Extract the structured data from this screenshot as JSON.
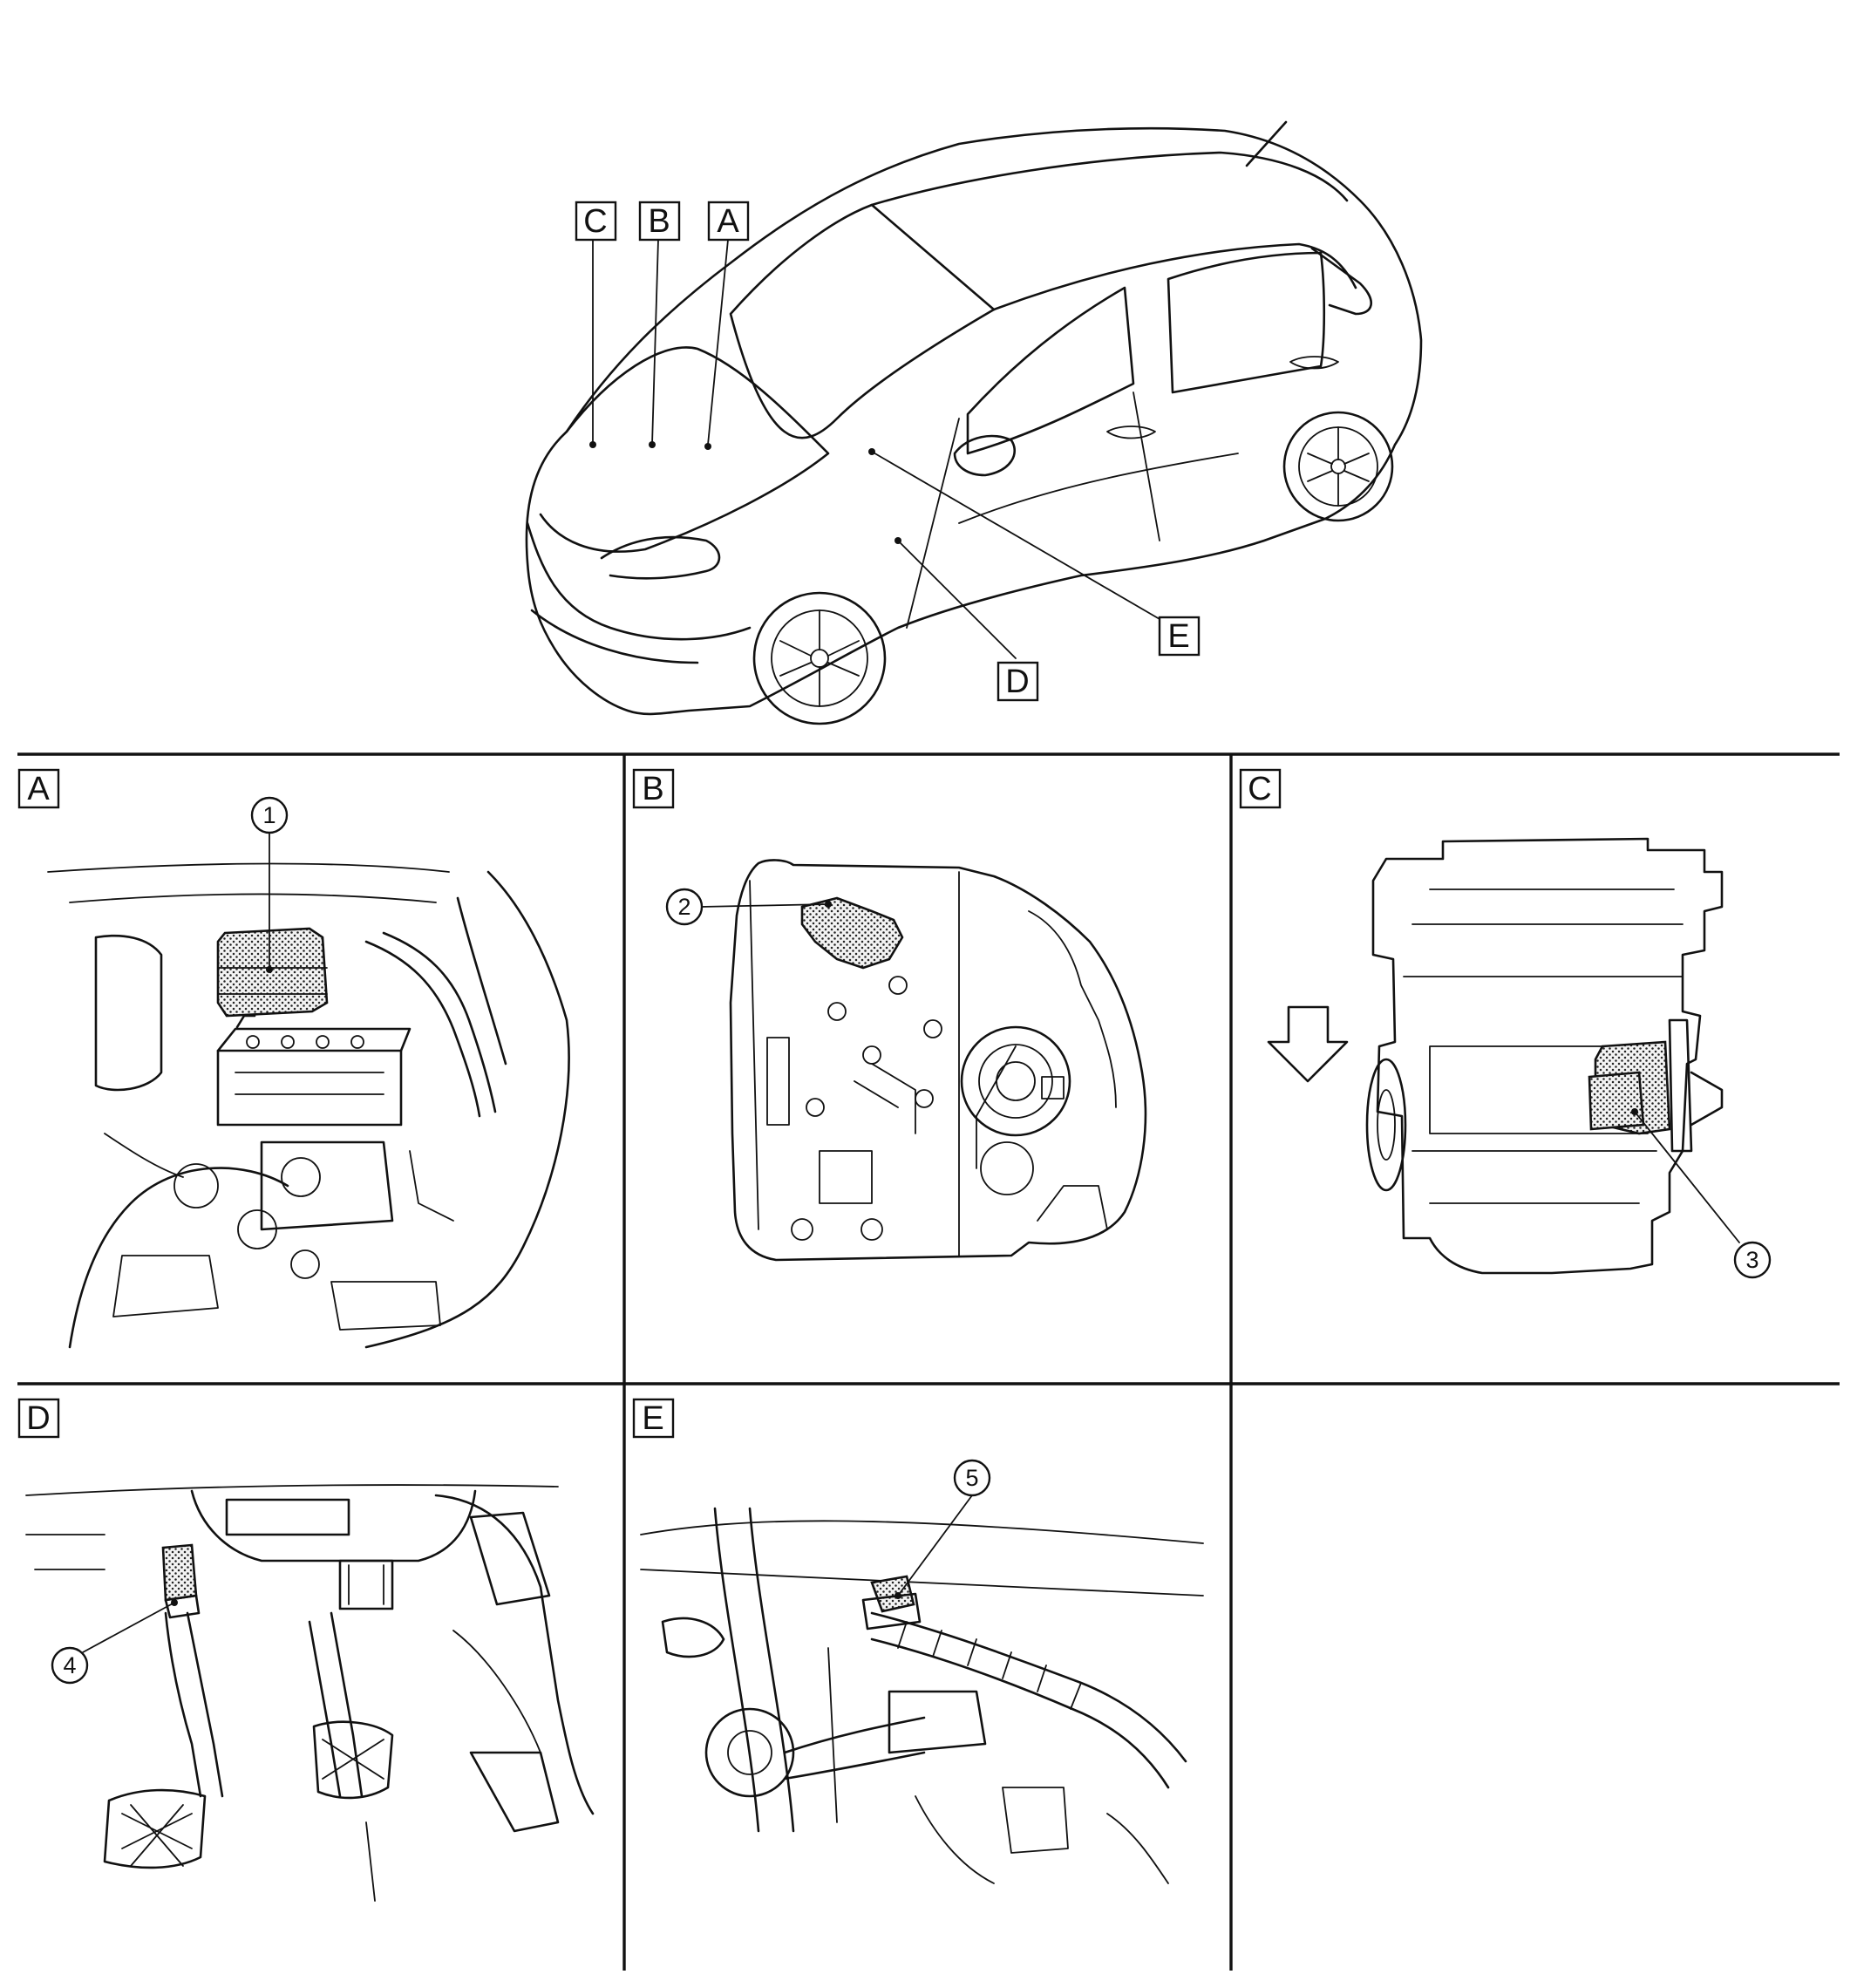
{
  "overview": {
    "callouts": [
      "C",
      "B",
      "A",
      "E",
      "D"
    ]
  },
  "panels": {
    "A": {
      "label": "A",
      "parts": [
        {
          "number": "1"
        }
      ]
    },
    "B": {
      "label": "B",
      "parts": [
        {
          "number": "2"
        }
      ]
    },
    "C": {
      "label": "C",
      "parts": [
        {
          "number": "3"
        }
      ]
    },
    "D": {
      "label": "D",
      "parts": [
        {
          "number": "4"
        }
      ]
    },
    "E": {
      "label": "E",
      "parts": [
        {
          "number": "5"
        }
      ]
    }
  },
  "icons": [
    "front-arrow-icon"
  ],
  "colors": {
    "line": "#111111",
    "background": "#ffffff",
    "highlight_pattern": "stipple"
  }
}
